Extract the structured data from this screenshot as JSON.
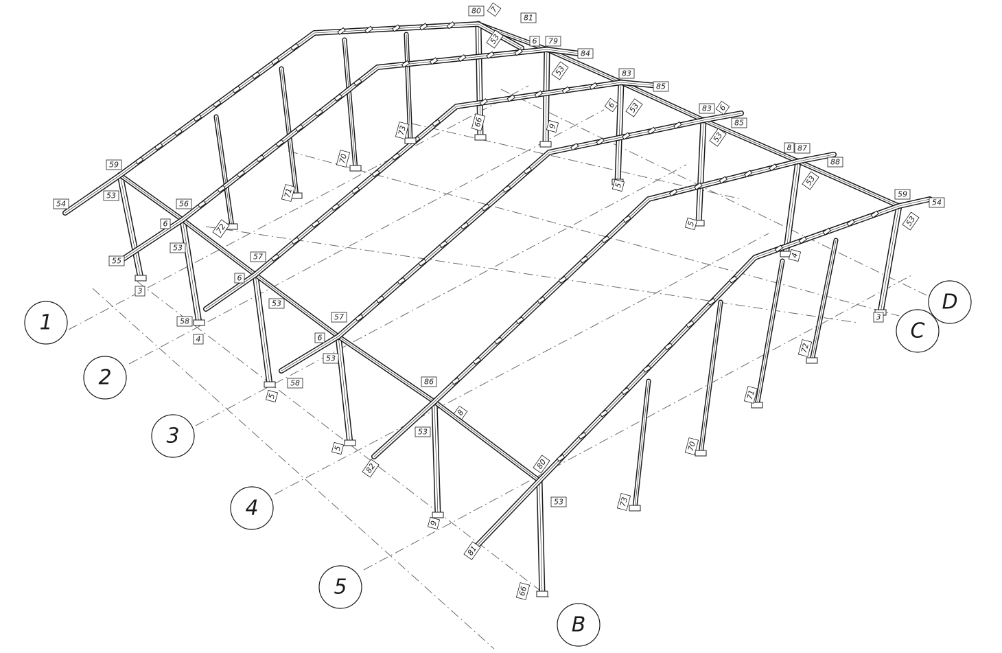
{
  "axes": {
    "numbered": [
      "1",
      "2",
      "3",
      "4",
      "5"
    ],
    "lettered": [
      "B",
      "C",
      "D"
    ]
  },
  "tags": [
    {
      "id": "t80a",
      "text": "80"
    },
    {
      "id": "t7a",
      "text": "7"
    },
    {
      "id": "t81a",
      "text": "81"
    },
    {
      "id": "t53a",
      "text": "53"
    },
    {
      "id": "t6a",
      "text": "6"
    },
    {
      "id": "t79",
      "text": "79"
    },
    {
      "id": "t84",
      "text": "84"
    },
    {
      "id": "t53b",
      "text": "53"
    },
    {
      "id": "t83a",
      "text": "83"
    },
    {
      "id": "t85a",
      "text": "85"
    },
    {
      "id": "t6b",
      "text": "6"
    },
    {
      "id": "t53c",
      "text": "53"
    },
    {
      "id": "t83b",
      "text": "83"
    },
    {
      "id": "t6c",
      "text": "6"
    },
    {
      "id": "t85b",
      "text": "85"
    },
    {
      "id": "t53d",
      "text": "53"
    },
    {
      "id": "t8a",
      "text": "8"
    },
    {
      "id": "t87",
      "text": "87"
    },
    {
      "id": "t88",
      "text": "88"
    },
    {
      "id": "t53e",
      "text": "53"
    },
    {
      "id": "t59b",
      "text": "59"
    },
    {
      "id": "t54b",
      "text": "54"
    },
    {
      "id": "t53f",
      "text": "53"
    },
    {
      "id": "t59a",
      "text": "59"
    },
    {
      "id": "t53g",
      "text": "53"
    },
    {
      "id": "t54a",
      "text": "54"
    },
    {
      "id": "t56",
      "text": "56"
    },
    {
      "id": "t6d",
      "text": "6"
    },
    {
      "id": "t53h",
      "text": "53"
    },
    {
      "id": "t55",
      "text": "55"
    },
    {
      "id": "t3a",
      "text": "3"
    },
    {
      "id": "t58a",
      "text": "58"
    },
    {
      "id": "t4a",
      "text": "4"
    },
    {
      "id": "t57a",
      "text": "57"
    },
    {
      "id": "t6e",
      "text": "6"
    },
    {
      "id": "t53i",
      "text": "53"
    },
    {
      "id": "t58b",
      "text": "58"
    },
    {
      "id": "t5a",
      "text": "5"
    },
    {
      "id": "t57b",
      "text": "57"
    },
    {
      "id": "t6f",
      "text": "6"
    },
    {
      "id": "t53j",
      "text": "53"
    },
    {
      "id": "t5b",
      "text": "5"
    },
    {
      "id": "t82",
      "text": "82"
    },
    {
      "id": "t86",
      "text": "86"
    },
    {
      "id": "t8b",
      "text": "8"
    },
    {
      "id": "t53k",
      "text": "53"
    },
    {
      "id": "t9a",
      "text": "9"
    },
    {
      "id": "t80b",
      "text": "80"
    },
    {
      "id": "t53l",
      "text": "53"
    },
    {
      "id": "t81b",
      "text": "81"
    },
    {
      "id": "t66a",
      "text": "66"
    },
    {
      "id": "t70a",
      "text": "70"
    },
    {
      "id": "t71a",
      "text": "71"
    },
    {
      "id": "t72a",
      "text": "72"
    },
    {
      "id": "t73a",
      "text": "73"
    },
    {
      "id": "t66b",
      "text": "66"
    },
    {
      "id": "t9b",
      "text": "9"
    },
    {
      "id": "t5c",
      "text": "5"
    },
    {
      "id": "t5d",
      "text": "5"
    },
    {
      "id": "t4b",
      "text": "4"
    },
    {
      "id": "t3b",
      "text": "3"
    },
    {
      "id": "t72b",
      "text": "72"
    },
    {
      "id": "t71b",
      "text": "71"
    },
    {
      "id": "t70b",
      "text": "70"
    },
    {
      "id": "t73b",
      "text": "73"
    }
  ]
}
